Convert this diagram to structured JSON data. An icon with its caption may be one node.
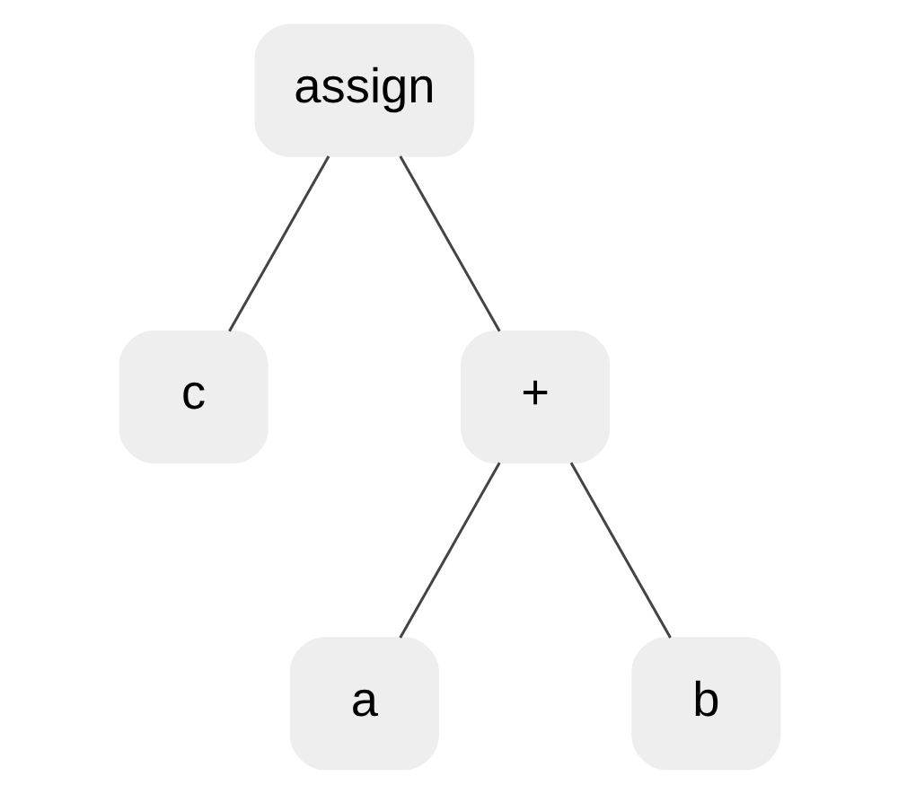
{
  "diagram": {
    "nodes": [
      {
        "text": [
          "assign"
        ]
      },
      {
        "text": [
          "c"
        ]
      },
      {
        "text": [
          "+"
        ]
      },
      {
        "text": [
          "a"
        ]
      },
      {
        "text": [
          "b"
        ]
      }
    ],
    "edges": [
      {
        "from": 0,
        "to": 1,
        "arrow": "none"
      },
      {
        "from": 0,
        "to": 2,
        "arrow": "none"
      },
      {
        "from": 2,
        "to": 3,
        "arrow": "none"
      },
      {
        "from": 2,
        "to": 4,
        "arrow": "none"
      }
    ]
  }
}
